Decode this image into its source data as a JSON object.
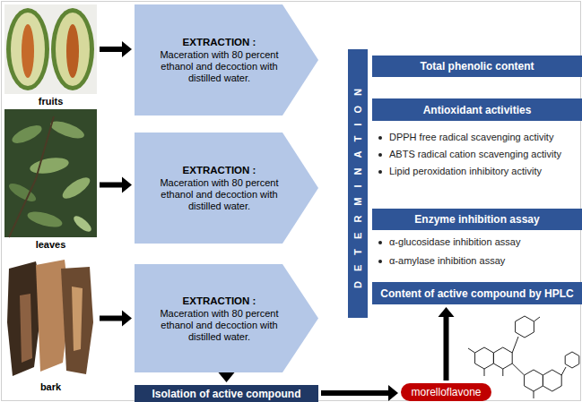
{
  "diagram": {
    "nodes": [
      {
        "text": [
          "fruits"
        ]
      },
      {
        "text": [
          "EXTRACTION :",
          "Maceration with 80 percent ethanol and decoction with distilled water."
        ]
      },
      {
        "text": [
          "leaves"
        ]
      },
      {
        "text": [
          "EXTRACTION :",
          "Maceration with 80 percent ethanol and decoction with distilled water."
        ]
      },
      {
        "text": [
          "bark"
        ]
      },
      {
        "text": [
          "EXTRACTION :",
          "Maceration with 80 percent ethanol and decoction with distilled water."
        ]
      },
      {
        "text": [
          "DETERMINATION"
        ]
      },
      {
        "text": [
          "Total phenolic content"
        ]
      },
      {
        "text": [
          "Antioxidant activities"
        ]
      },
      {
        "text": [
          "Enzyme inhibition assay"
        ]
      },
      {
        "text": [
          "Content of active compound by HPLC"
        ]
      },
      {
        "text": [
          "Isolation of active compound"
        ]
      },
      {
        "text": [
          "morelloflavone"
        ]
      }
    ],
    "edges": [
      {
        "from": 0,
        "to": 1,
        "arrow": "to"
      },
      {
        "from": 2,
        "to": 3,
        "arrow": "to"
      },
      {
        "from": 4,
        "to": 5,
        "arrow": "to"
      },
      {
        "from": 5,
        "to": 11,
        "arrow": "to"
      },
      {
        "from": 11,
        "to": 12,
        "arrow": "to"
      },
      {
        "from": 12,
        "to": 10,
        "arrow": "to"
      }
    ],
    "labels": [
      "DPPH free radical scavenging activity",
      "ABTS radical cation scavenging activity",
      "Lipid peroxidation inhibitory activity",
      "α-glucosidase inhibition assay",
      "α-amylase inhibition assay"
    ]
  }
}
